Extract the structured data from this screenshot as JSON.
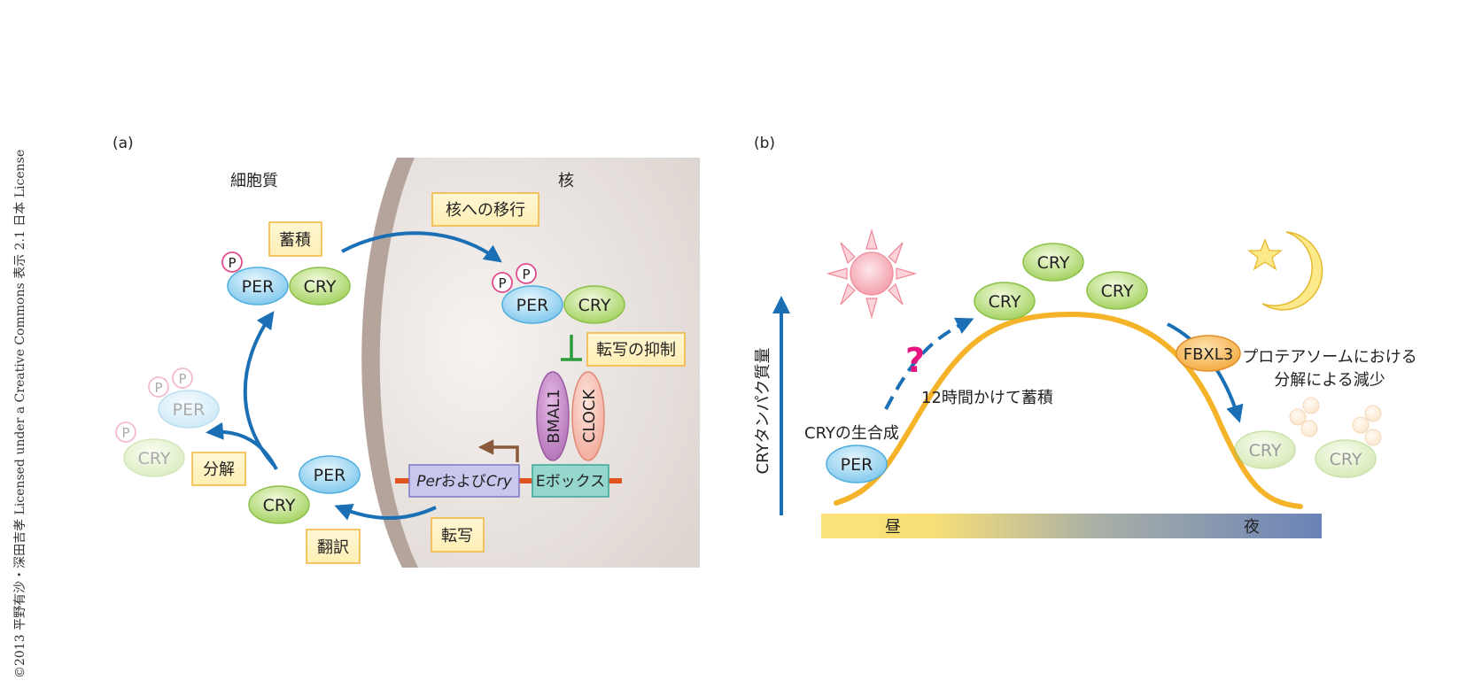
{
  "copyright": "©2013 平野有沙・深田吉孝 Licensed under a Creative Commons 表示 2.1 日本 License",
  "panel_a": {
    "label": "(a)",
    "cytoplasm": "細胞質",
    "nucleus": "核",
    "accumulation": "蓄積",
    "nuclear_translocation": "核への移行",
    "transcription_repression": "転写の抑制",
    "degradation": "分解",
    "translation": "翻訳",
    "transcription": "転写",
    "per_protein": "PER",
    "cry_protein": "CRY",
    "phospho": "P",
    "bmal1": "BMAL1",
    "clock": "CLOCK",
    "gene_per": "Per",
    "gene_and": "および",
    "gene_cry": "Cry",
    "ebox": "Eボックス"
  },
  "panel_b": {
    "label": "(b)",
    "y_axis": "CRYタンパク質量",
    "cry_synthesis": "CRYの生合成",
    "per_protein": "PER",
    "cry_protein": "CRY",
    "question": "?",
    "accumulate_12h": "12時間かけて蓄積",
    "fbxl3": "FBXL3",
    "proteasome_line1": "プロテアソームにおける",
    "proteasome_line2": "分解による減少",
    "day": "昼",
    "night": "夜"
  },
  "colors": {
    "arrow_blue": "#1a6fb5",
    "per_fill": "#9fd6f2",
    "cry_fill": "#bde07e",
    "label_box": "#fff3c2",
    "label_border": "#f2b53b",
    "curve": "#f5b32a",
    "phospho_pink": "#e04b8d",
    "repress_green": "#2b9a3a",
    "question_pink": "#e5157f"
  }
}
